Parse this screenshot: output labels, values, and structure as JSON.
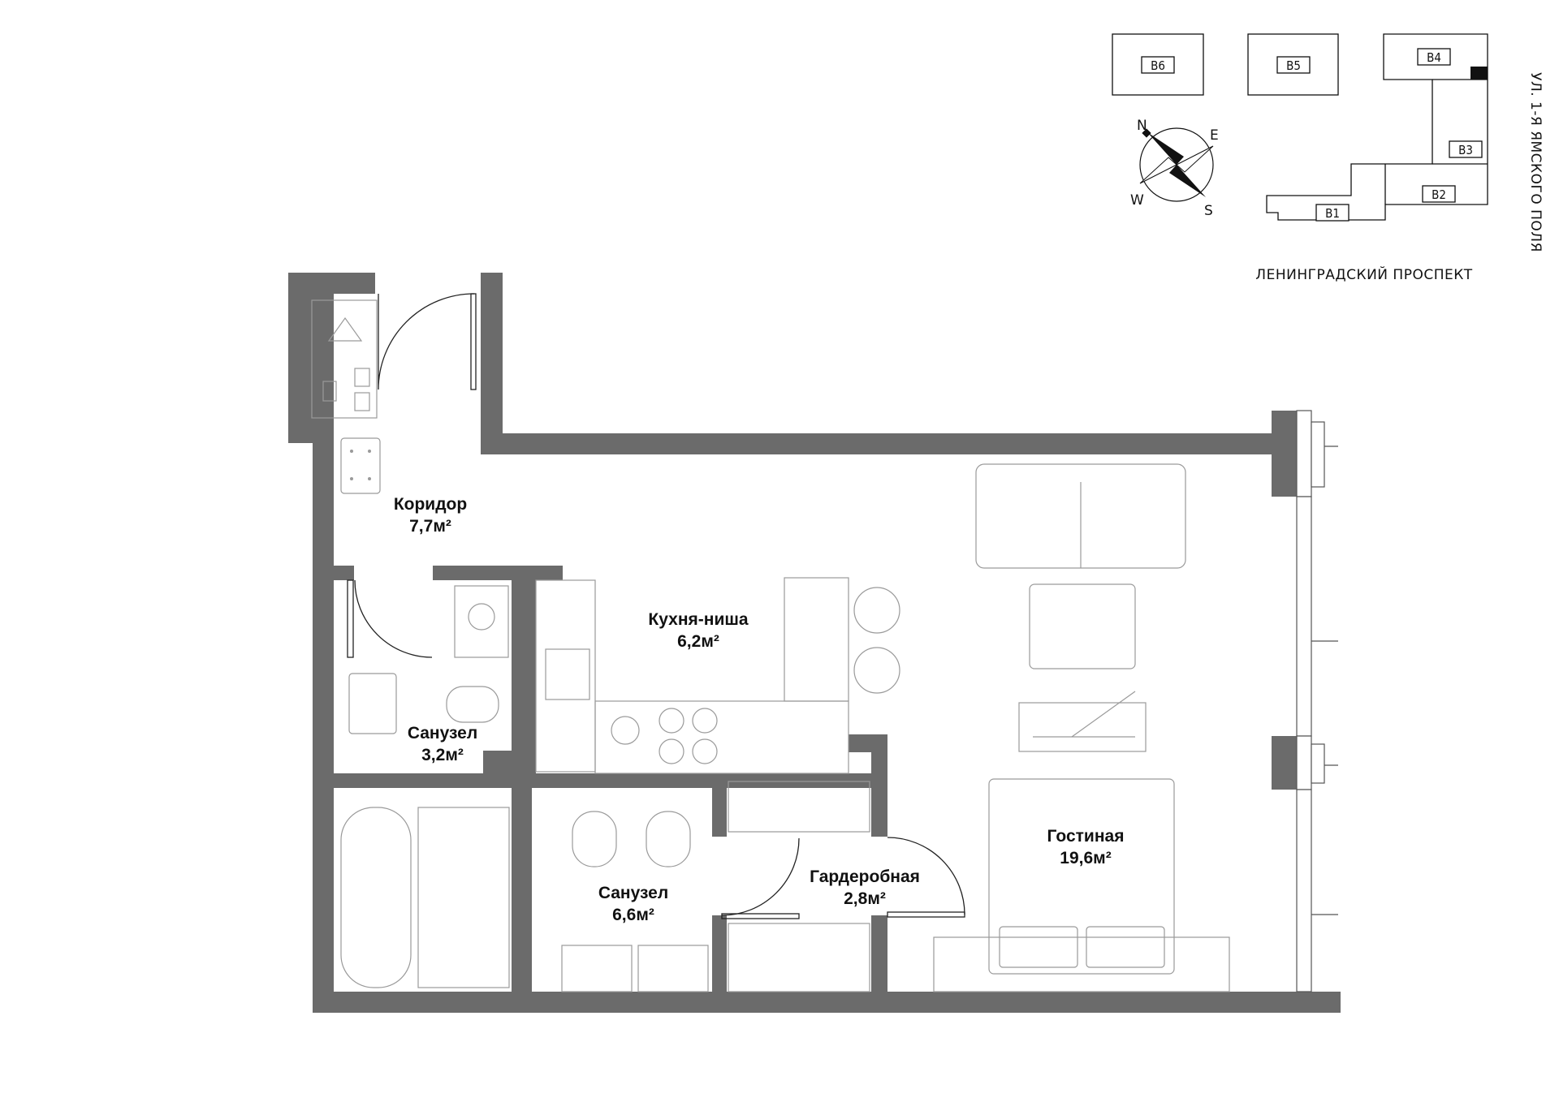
{
  "rooms": {
    "corridor": {
      "name": "Коридор",
      "area": "7,7м²"
    },
    "kitchen": {
      "name": "Кухня-ниша",
      "area": "6,2м²"
    },
    "bath_small": {
      "name": "Санузел",
      "area": "3,2м²"
    },
    "bath_large": {
      "name": "Санузел",
      "area": "6,6м²"
    },
    "wardrobe": {
      "name": "Гардеробная",
      "area": "2,8м²"
    },
    "living": {
      "name": "Гостиная",
      "area": "19,6м²"
    }
  },
  "site_map": {
    "sections": [
      "В6",
      "В5",
      "В4",
      "В3",
      "В2",
      "В1"
    ],
    "street_bottom": "ЛЕНИНГРАДСКИЙ ПРОСПЕКТ",
    "street_right": "УЛ. 1-Я ЯМСКОГО ПОЛЯ"
  },
  "compass": {
    "n": "N",
    "e": "E",
    "s": "S",
    "w": "W"
  },
  "colors": {
    "wall": "#6b6b6b",
    "furniture": "#9a9a9a",
    "text": "#111111",
    "background": "#ffffff"
  }
}
